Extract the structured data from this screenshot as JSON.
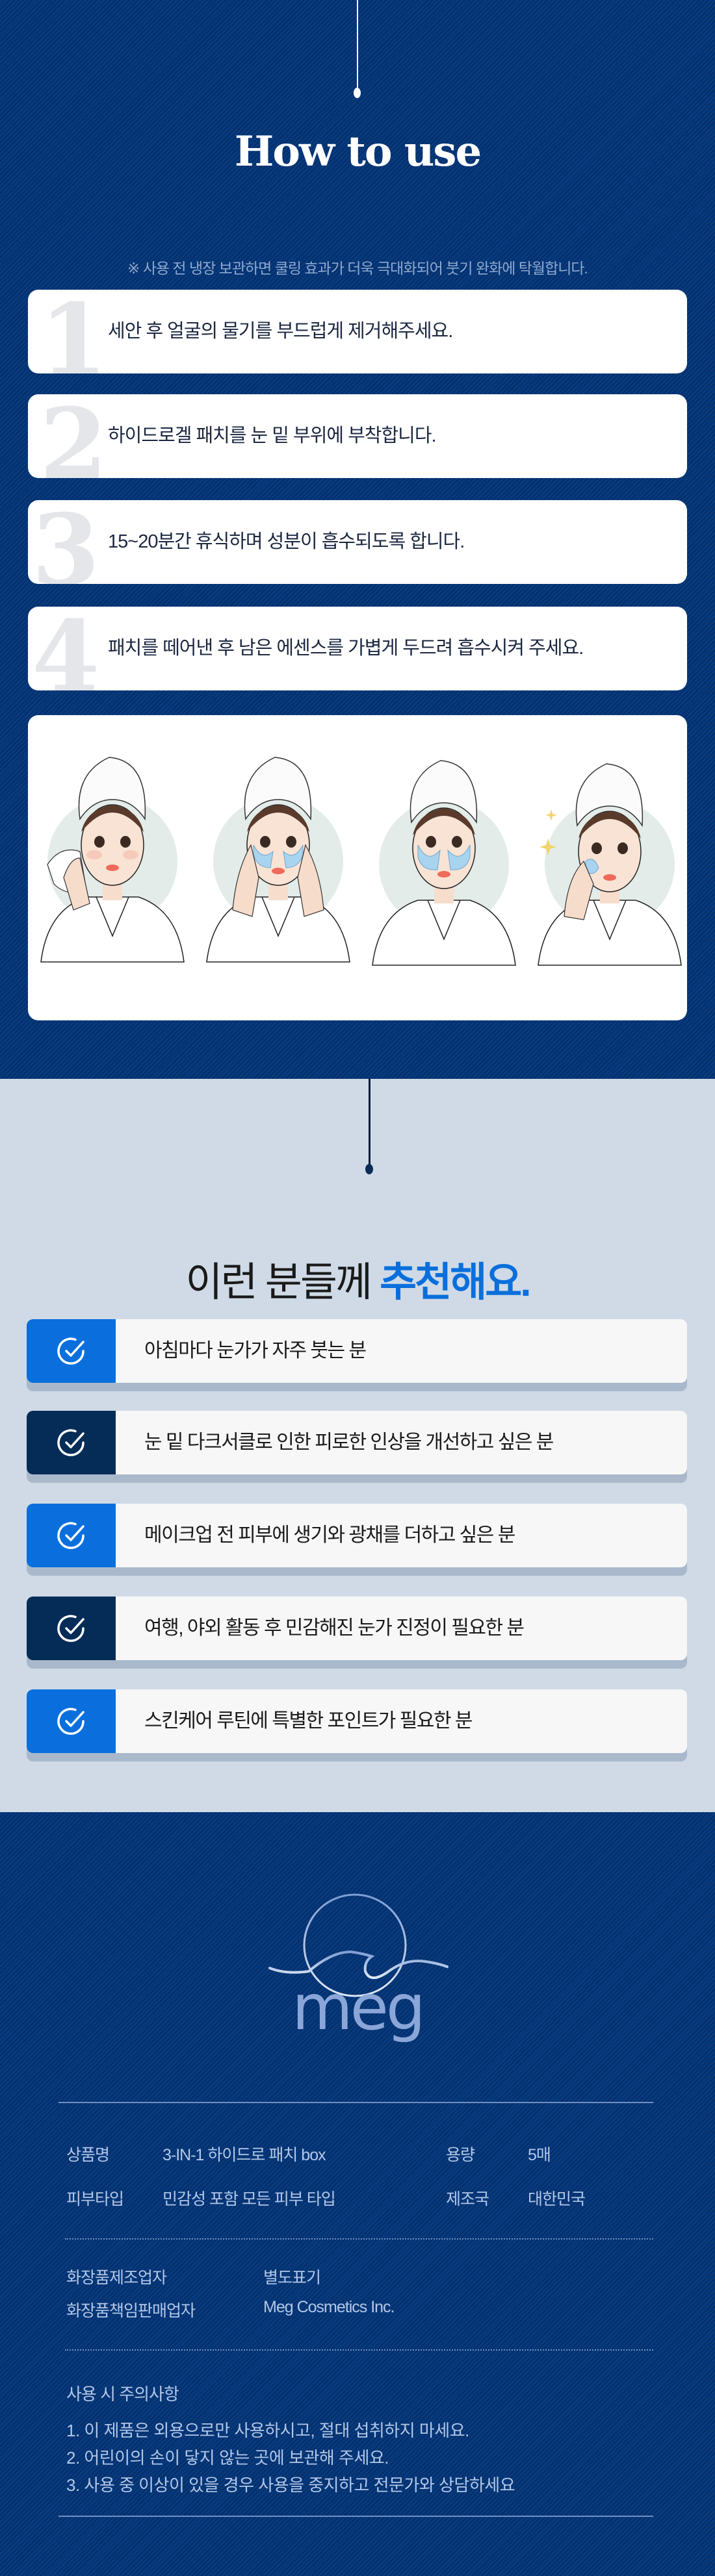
{
  "howto": {
    "title": "How to use",
    "note": "※ 사용 전 냉장 보관하면 쿨링 효과가 더욱 극대화되어 붓기 완화에 탁월합니다.",
    "steps": [
      {
        "num": "1",
        "text": "세안 후 얼굴의 물기를 부드럽게 제거해주세요."
      },
      {
        "num": "2",
        "text": "하이드로겔 패치를 눈 밑 부위에 부착합니다."
      },
      {
        "num": "3",
        "text": "15~20분간 휴식하며 성분이 흡수되도록 합니다."
      },
      {
        "num": "4",
        "text": "패치를 떼어낸 후 남은 에센스를 가볍게 두드려 흡수시켜 주세요."
      }
    ],
    "illustration_steps": [
      "towel-dry-face",
      "apply-eye-patch",
      "rest-with-patch",
      "pat-essence"
    ]
  },
  "recommend": {
    "title_plain": "이런 분들께",
    "title_accent": "추천해요.",
    "items": [
      {
        "text": "아침마다 눈가가 자주 붓는 분",
        "icon_color": "#0a6fdc"
      },
      {
        "text": "눈 밑 다크서클로 인한 피로한 인상을 개선하고 싶은 분",
        "icon_color": "#042c57"
      },
      {
        "text": "메이크업 전 피부에 생기와 광채를 더하고 싶은 분",
        "icon_color": "#0a6fdc"
      },
      {
        "text": "여행, 야외 활동 후 민감해진 눈가 진정이 필요한 분",
        "icon_color": "#042c57"
      },
      {
        "text": "스킨케어 루틴에 특별한 포인트가 필요한 분",
        "icon_color": "#0a6fdc"
      }
    ]
  },
  "footer": {
    "brand": "meg",
    "specs": {
      "product_name_label": "상품명",
      "product_name_value": "3-IN-1 하이드로 패치 box",
      "volume_label": "용량",
      "volume_value": "5매",
      "skin_type_label": "피부타입",
      "skin_type_value": "민감성 포함 모든 피부 타입",
      "country_label": "제조국",
      "country_value": "대한민국",
      "manufacturer_label": "화장품제조업자",
      "manufacturer_value": "별도표기",
      "seller_label": "화장품책임판매업자",
      "seller_value": "Meg Cosmetics Inc."
    },
    "caution": {
      "title": "사용 시 주의사항",
      "lines": [
        "1. 이 제품은 외용으로만 사용하시고, 절대 섭취하지 마세요.",
        "2. 어린이의 손이 닿지 않는 곳에 보관해 주세요.",
        "3. 사용 중 이상이 있을 경우 사용을 중지하고 전문가와 상담하세요"
      ]
    }
  },
  "colors": {
    "navy": "#073a7d",
    "accent_blue": "#0a6fdc",
    "dark_navy": "#042c57",
    "light_bg": "#cfdae6"
  }
}
